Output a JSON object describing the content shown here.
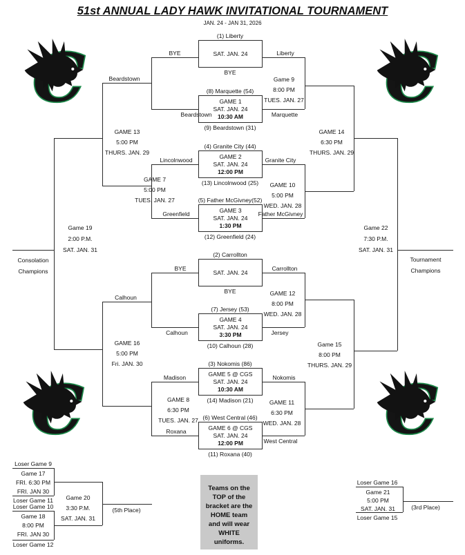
{
  "header": {
    "title": "51st ANNUAL LADY HAWK INVITATIONAL TOURNAMENT",
    "dates": "JAN. 24 - JAN 31, 2026"
  },
  "round1": [
    {
      "seed": "(1) Liberty",
      "line1": "SAT. JAN. 24",
      "below": "BYE",
      "loser": "BYE",
      "winner": "Liberty"
    },
    {
      "seed": "(8) Marquette (54)",
      "line1": "GAME 1",
      "line2": "SAT. JAN. 24",
      "line3": "10:30 AM",
      "below": "(9) Beardstown (31)",
      "loser": "Beardstown",
      "winner": "Marquette"
    },
    {
      "seed": "(4) Granite City (44)",
      "line1": "GAME 2",
      "line2": "SAT. JAN. 24",
      "line3": "12:00 PM",
      "below": "(13) Lincolnwood (25)",
      "loser": "Lincolnwood",
      "winner": "Granite City"
    },
    {
      "seed": "(5) Father McGivney(52)",
      "line1": "GAME 3",
      "line2": "SAT. JAN. 24",
      "line3": "1:30 PM",
      "below": "(12) Greenfield (24)",
      "loser": "Greenfield",
      "winner": "Father McGivney"
    },
    {
      "seed": "(2) Carrollton",
      "line1": "SAT. JAN. 24",
      "below": "BYE",
      "loser": "BYE",
      "winner": "Carrollton"
    },
    {
      "seed": "(7) Jersey (53)",
      "line1": "GAME 4",
      "line2": "SAT. JAN. 24",
      "line3": "3:30 PM",
      "below": "(10) Calhoun (28)",
      "loser": "Calhoun",
      "winner": "Jersey"
    },
    {
      "seed": "(3) Nokomis (86)",
      "line1": "GAME 5 @ CGS",
      "line2": "SAT. JAN. 24",
      "line3": "10:30 AM",
      "below": "(14) Madison (21)",
      "loser": "Madison",
      "winner": "Nokomis"
    },
    {
      "seed": "(6) West Central (46)",
      "line1": "GAME 6 @ CGS",
      "line2": "SAT. JAN. 24",
      "line3": "12:00 PM",
      "below": "(11) Roxana (40)",
      "loser": "Roxana",
      "winner": "West Central"
    }
  ],
  "consolation": {
    "advance_top": "Beardstown",
    "advance_bottom": "Calhoun",
    "game7": {
      "name": "GAME 7",
      "time": "5:00 PM",
      "date": "TUES. JAN. 27"
    },
    "game8": {
      "name": "GAME 8",
      "time": "6:30 PM",
      "date": "TUES. JAN. 27"
    },
    "game13": {
      "name": "GAME 13",
      "time": "5:00 PM",
      "date": "THURS. JAN. 29"
    },
    "game16": {
      "name": "GAME 16",
      "time": "5:00 PM",
      "date": "Fri. JAN. 30"
    },
    "game19": {
      "name": "Game 19",
      "time": "2:00 P.M.",
      "date": "SAT. JAN. 31"
    },
    "champion": [
      "Consolation",
      "Champions"
    ]
  },
  "winners": {
    "game9": {
      "name": "Game 9",
      "time": "8:00 PM",
      "date": "TUES. JAN. 27"
    },
    "game10": {
      "name": "GAME 10",
      "time": "5:00 PM",
      "date": "WED. JAN. 28"
    },
    "game11": {
      "name": "GAME 11",
      "time": "6:30 PM",
      "date": "WED. JAN. 28"
    },
    "game12": {
      "name": "GAME 12",
      "time": "8:00 PM",
      "date": "WED. JAN. 28"
    },
    "game14": {
      "name": "GAME 14",
      "time": "6:30 PM",
      "date": "THURS. JAN. 29"
    },
    "game15": {
      "name": "Game 15",
      "time": "8:00 PM",
      "date": "THURS. JAN. 29"
    },
    "game22": {
      "name": "Game 22",
      "time": "7:30 P.M.",
      "date": "SAT. JAN. 31"
    },
    "champion": [
      "Tournament",
      "Champions"
    ]
  },
  "fifth_place": {
    "feeds": [
      "Loser Game 9",
      "Loser Game 11",
      "Loser Game 10",
      "Loser Game 12"
    ],
    "game17": {
      "name": "Game 17",
      "time": "FRI. 6:30 PM",
      "date": "FRI. JAN 30"
    },
    "game18": {
      "name": "Game 18",
      "time": "8:00 PM",
      "date": "FRI. JAN 30"
    },
    "game20": {
      "name": "Game 20",
      "time": "3:30 P.M.",
      "date": "SAT. JAN. 31"
    },
    "label": "(5th Place)"
  },
  "third_place": {
    "feeds": [
      "Loser Game 16",
      "Loser Game 15"
    ],
    "game21": {
      "name": "Game 21",
      "time": "5:00 PM",
      "date": "SAT. JAN. 31"
    },
    "label": "(3rd Place)"
  },
  "notice": [
    "Teams on the",
    "TOP of the",
    "bracket are the",
    "HOME team",
    "and will wear",
    "WHITE",
    "uniforms."
  ],
  "colors": {
    "logo_green": "#1c8a4a",
    "notice_bg": "#c9c9c9",
    "line": "#2b2b2b"
  }
}
